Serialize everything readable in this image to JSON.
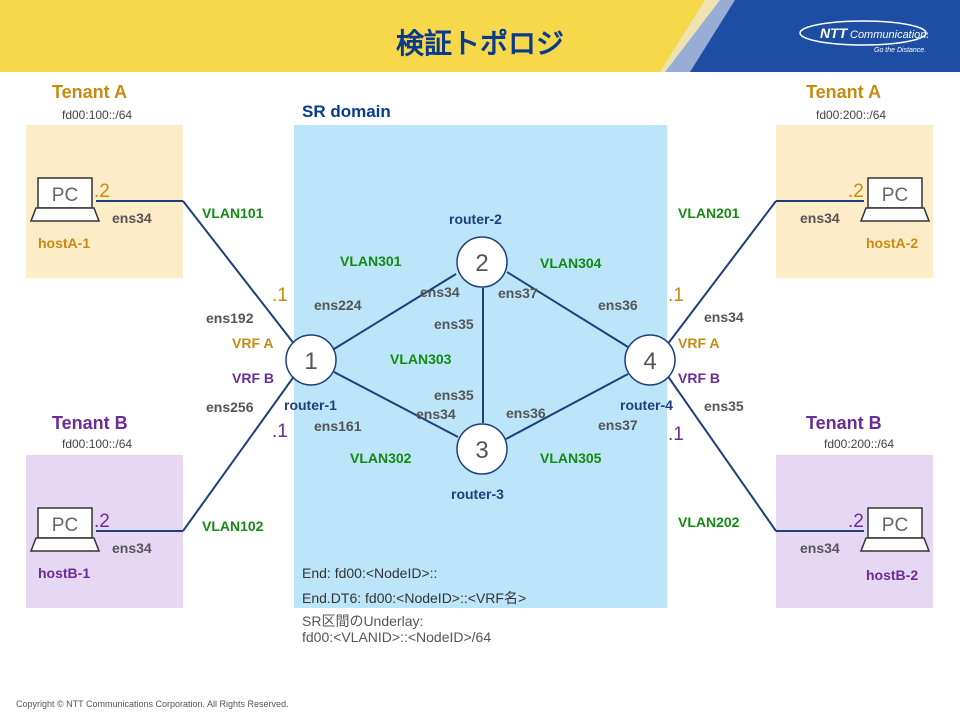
{
  "title": "検証トポロジ",
  "logo": {
    "brand_ntt": "NTT",
    "brand_rest": "Communications",
    "tagline": "Go the Distance."
  },
  "sr_domain": {
    "title": "SR domain"
  },
  "tenants": {
    "a_left": {
      "title": "Tenant A",
      "prefix": "fd00:100::/64",
      "host": "hostA-1",
      "ip_suffix": ".2",
      "iface": "ens34"
    },
    "b_left": {
      "title": "Tenant B",
      "prefix": "fd00:100::/64",
      "host": "hostB-1",
      "ip_suffix": ".2",
      "iface": "ens34"
    },
    "a_right": {
      "title": "Tenant A",
      "prefix": "fd00:200::/64",
      "host": "hostA-2",
      "ip_suffix": ".2",
      "iface": "ens34"
    },
    "b_right": {
      "title": "Tenant B",
      "prefix": "fd00:200::/64",
      "host": "hostB-2",
      "ip_suffix": ".2",
      "iface": "ens34"
    }
  },
  "pc_label": "PC",
  "routers": {
    "r1": {
      "num": "1",
      "name": "router-1"
    },
    "r2": {
      "num": "2",
      "name": "router-2"
    },
    "r3": {
      "num": "3",
      "name": "router-3"
    },
    "r4": {
      "num": "4",
      "name": "router-4"
    }
  },
  "vlans": {
    "v101": "VLAN101",
    "v102": "VLAN102",
    "v201": "VLAN201",
    "v202": "VLAN202",
    "v301": "VLAN301",
    "v302": "VLAN302",
    "v303": "VLAN303",
    "v304": "VLAN304",
    "v305": "VLAN305"
  },
  "interfaces": {
    "r1_ens192": "ens192",
    "r1_ens256": "ens256",
    "r1_ens224": "ens224",
    "r1_ens161": "ens161",
    "r2_ens34": "ens34",
    "r2_ens35": "ens35",
    "r2_ens37": "ens37",
    "r3_ens35": "ens35",
    "r3_ens34": "ens34",
    "r3_ens36": "ens36",
    "r4_ens36": "ens36",
    "r4_ens37": "ens37",
    "r4_ens34": "ens34",
    "r4_ens35": "ens35"
  },
  "gw_suffix": ".1",
  "vrf": {
    "a": "VRF A",
    "b": "VRF B"
  },
  "notes": {
    "end": "End: fd00:<NodeID>::",
    "end_dt6": "End.DT6: fd00:<NodeID>::<VRF名>",
    "underlay_1": "SR区間のUnderlay:",
    "underlay_2": "fd00:<VLANID>::<NodeID>/64"
  },
  "copyright": "Copyright © NTT Communications Corporation. All Rights Reserved.",
  "colors": {
    "title": "#0a3a8c",
    "line": "#1f3f7a",
    "tenant_a": "#fdecc8",
    "tenant_b": "#e6d8f3",
    "sr_domain": "#bce5f9",
    "green": "#138a13"
  }
}
